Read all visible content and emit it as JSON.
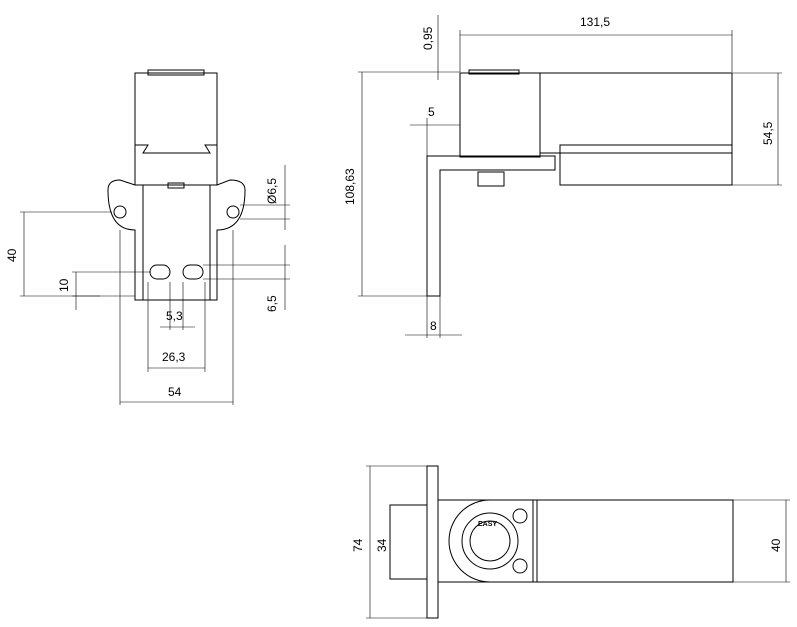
{
  "front_view": {
    "dim_hole_diameter": "Ø6,5",
    "dim_hole_spacing_v": "40",
    "dim_slot_height": "10",
    "dim_slot_width": "6,5",
    "dim_slot_gap": "5,3",
    "dim_slot_span": "26,3",
    "dim_total_width": "54"
  },
  "side_view": {
    "dim_length": "131,5",
    "dim_offset": "0,95",
    "dim_bracket": "5",
    "dim_height": "54,5",
    "dim_total_height": "108,63",
    "dim_plate": "8"
  },
  "top_view": {
    "dim_plate_length": "74",
    "dim_mount": "34",
    "dim_width": "40",
    "logo_text": "EASY"
  }
}
